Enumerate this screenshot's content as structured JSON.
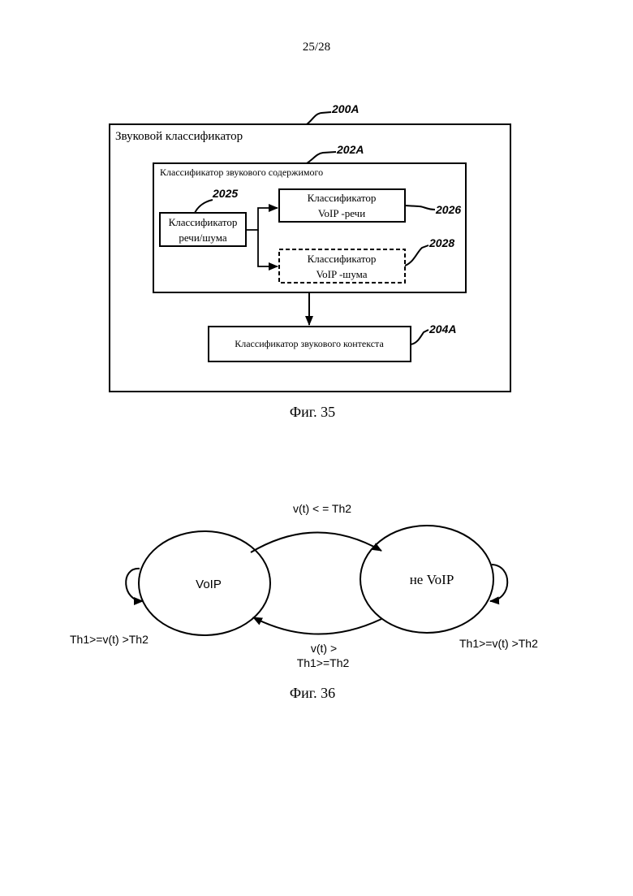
{
  "page_number": "25/28",
  "fig35": {
    "caption": "Фиг. 35",
    "outer_box": {
      "title": "Звуковой классификатор",
      "ref": "200A"
    },
    "content_box": {
      "title": "Классификатор звукового содержимого",
      "ref": "202A"
    },
    "speech_noise": {
      "line1": "Классификатор",
      "line2": "речи/шума",
      "ref": "2025"
    },
    "voip_speech": {
      "line1": "Классификатор",
      "line2": "VoIP -речи",
      "ref": "2026"
    },
    "voip_noise": {
      "line1": "Классификатор",
      "line2": "VoIP -шума",
      "ref": "2028"
    },
    "context_box": {
      "label": "Классификатор звукового контекста",
      "ref": "204A"
    }
  },
  "fig36": {
    "caption": "Фиг. 36",
    "state_voip": "VoIP",
    "state_not_voip": "не VoIP",
    "top_transition": "v(t) < = Th2",
    "bottom_transition_line1": "v(t) >",
    "bottom_transition_line2": "Th1>=Th2",
    "left_self_loop": "Th1>=v(t) >Th2",
    "right_self_loop": "Th1>=v(t) >Th2"
  }
}
